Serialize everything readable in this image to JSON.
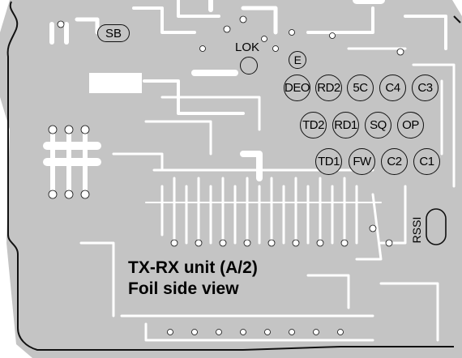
{
  "caption": {
    "line1": "TX-RX unit (A/2)",
    "line2": "Foil side view"
  },
  "labels": {
    "sb": "SB",
    "lok": "LOK",
    "e": "E",
    "rssi": "RSSI"
  },
  "pads_row1": [
    "DEO",
    "RD2",
    "5C",
    "C4",
    "C3"
  ],
  "pads_row2": [
    "TD2",
    "RD1",
    "SQ",
    "OP"
  ],
  "pads_row3": [
    "TD1",
    "FW",
    "C2",
    "C1"
  ],
  "colors": {
    "board": "#c4c4c4",
    "trace": "#ffffff",
    "outline": "#111111"
  }
}
